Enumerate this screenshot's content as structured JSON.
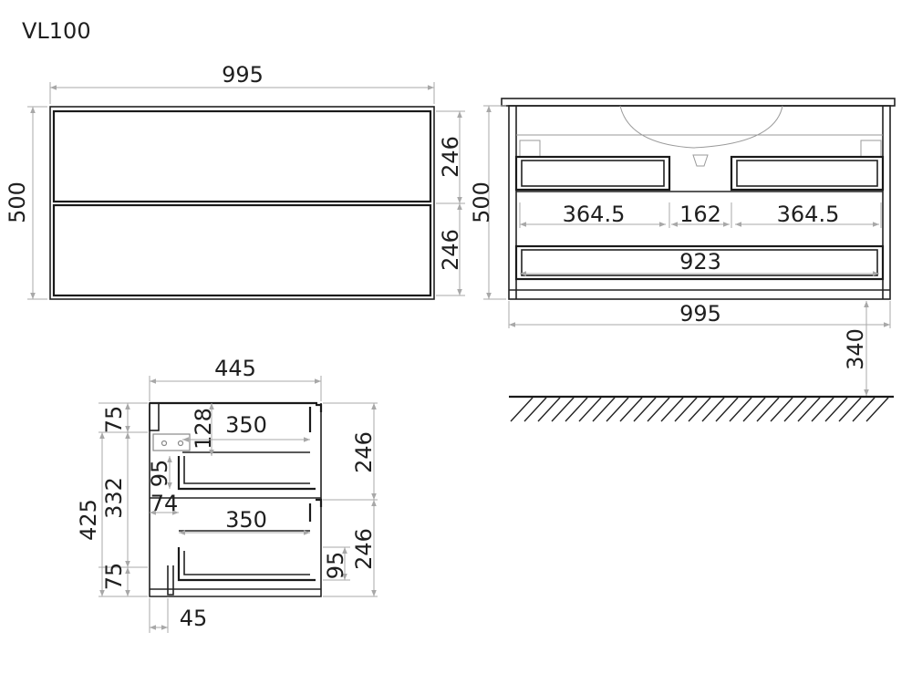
{
  "title": "VL100",
  "front": {
    "width": "995",
    "height": "500",
    "drawer_upper": "246",
    "drawer_lower": "246"
  },
  "back": {
    "height": "500",
    "left_opening": "364.5",
    "middle": "162",
    "right_opening": "364.5",
    "bottom_opening": "923",
    "width": "995",
    "floor_clearance": "340"
  },
  "side": {
    "depth": "445",
    "top_gap": "75",
    "inner_height": "332",
    "total_inner": "425",
    "bottom_gap": "75",
    "bracket_height": "128",
    "drawer_depth_upper": "350",
    "drawer_depth_lower": "350",
    "handle_upper": "95",
    "offset_upper": "74",
    "drawer_upper": "246",
    "handle_lower": "95",
    "drawer_lower": "246",
    "back_offset": "45"
  }
}
